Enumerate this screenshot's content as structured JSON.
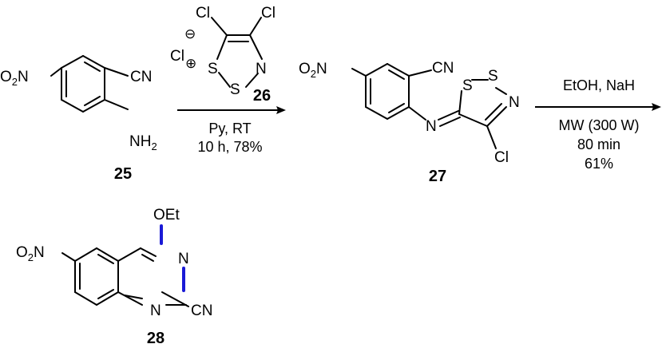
{
  "scheme": {
    "compounds": {
      "c25": {
        "number": "25",
        "substituents": {
          "nitro": "O2N",
          "nitrile": "CN",
          "amino": "NH2"
        }
      },
      "c26": {
        "number": "26",
        "atoms": {
          "cl_left": "Cl",
          "cl_right": "Cl",
          "s1": "S",
          "s2": "S",
          "n": "N"
        },
        "counterion": "Cl",
        "anion_sign": "⊖",
        "cation_sign": "⊕"
      },
      "c27": {
        "number": "27",
        "atoms": {
          "nitro": "O2N",
          "nitrile": "CN",
          "s1": "S",
          "s2": "S",
          "n_ring": "N",
          "n_imine": "N",
          "cl": "Cl"
        }
      },
      "c28": {
        "number": "28",
        "atoms": {
          "ethoxy": "OEt",
          "nitro": "O2N",
          "n3": "N",
          "n1": "N",
          "nitrile": "CN"
        }
      }
    },
    "step1": {
      "conditions": [
        "Py, RT",
        "10 h, 78%"
      ]
    },
    "step2": {
      "reagents": "EtOH, NaH",
      "conditions": [
        "MW (300 W)",
        "80 min",
        "61%"
      ]
    },
    "colors": {
      "new_bond": "#1a1ad6",
      "ink": "#000000"
    }
  }
}
